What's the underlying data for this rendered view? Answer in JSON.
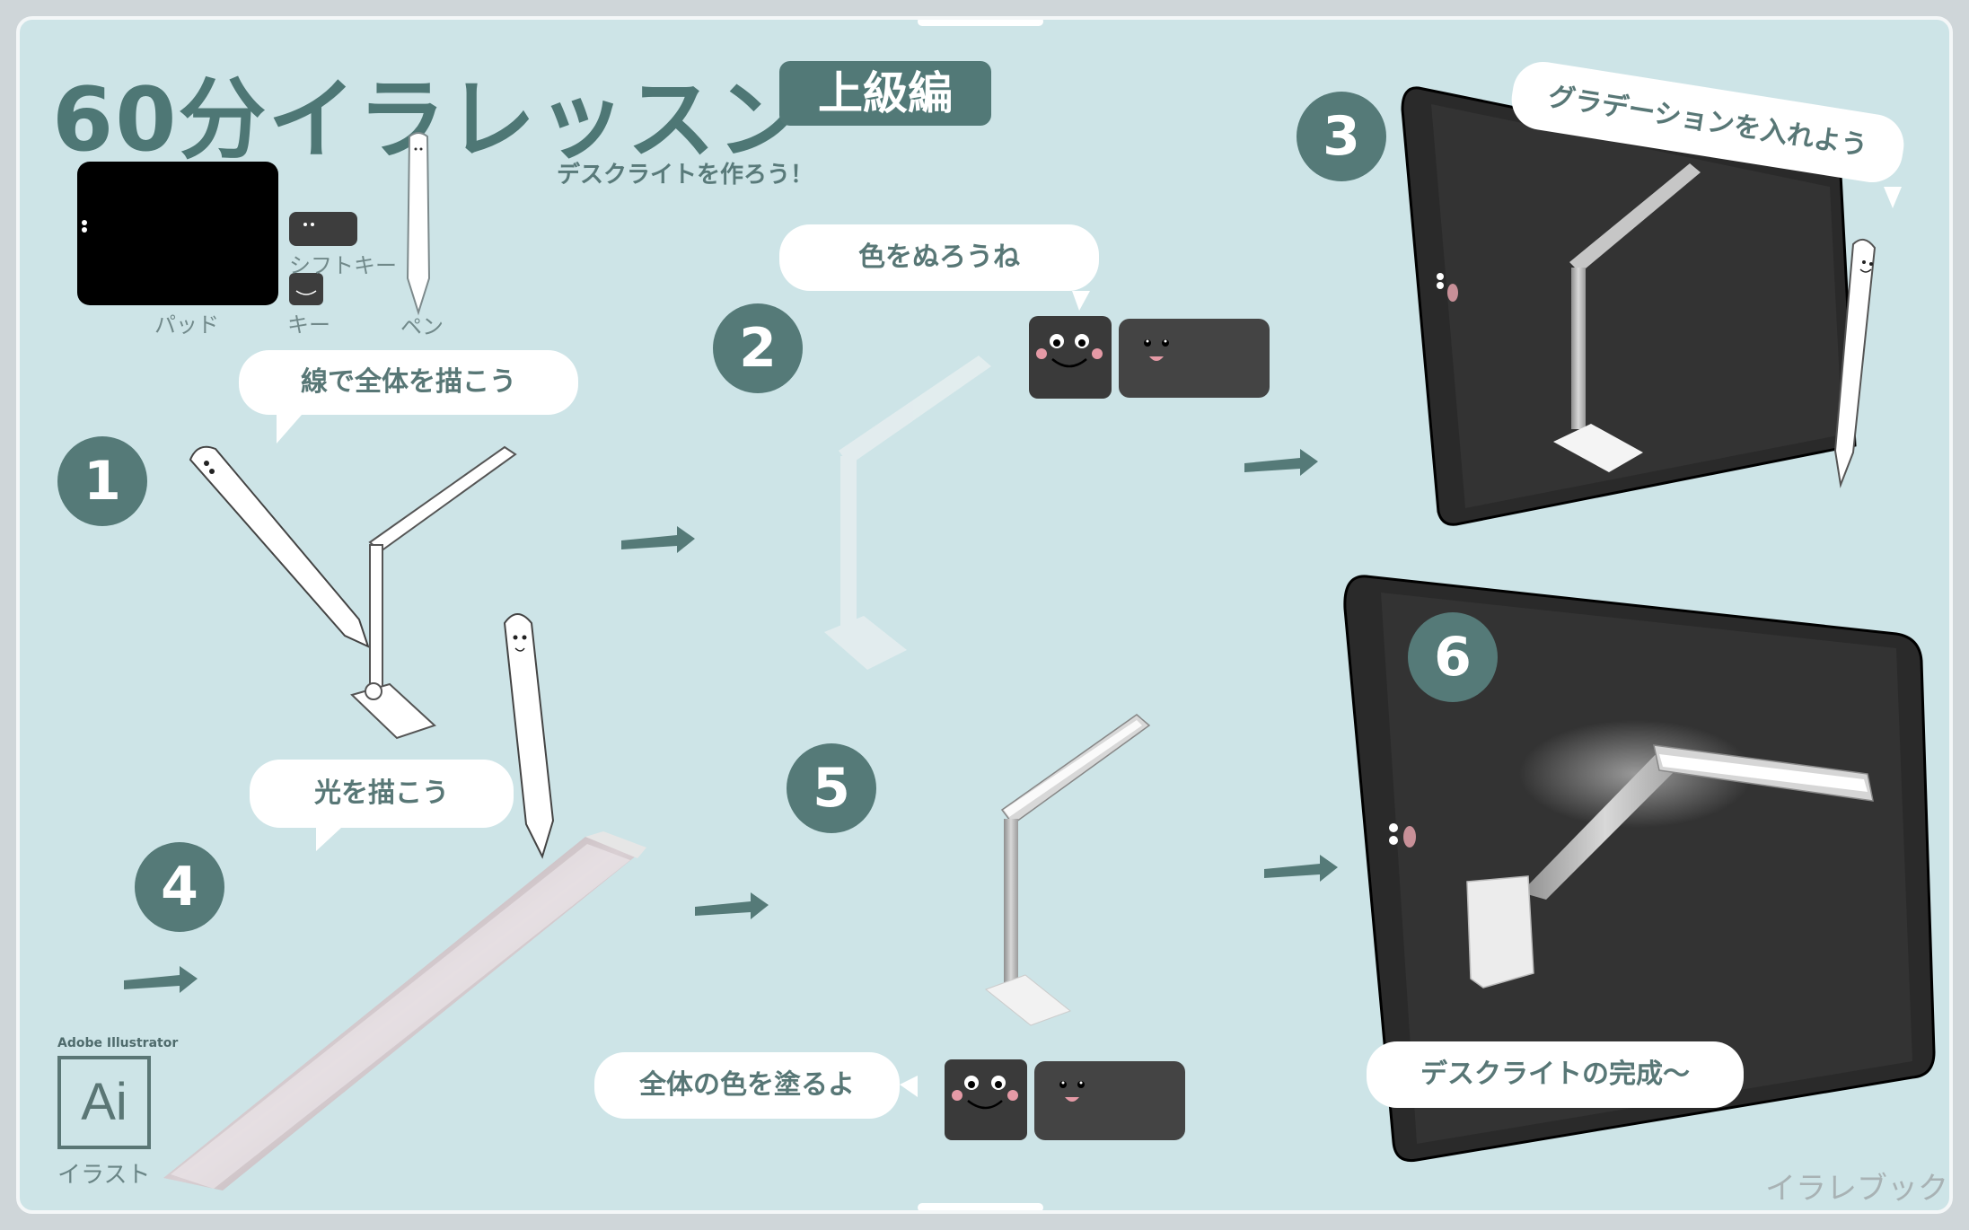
{
  "title": "60分イラレッスン",
  "badge": "上級編",
  "subtitle": "デスクライトを作ろう！",
  "legend": {
    "pad": "パッド",
    "shift_key": "シフトキー",
    "key": "キー",
    "pen": "ペン"
  },
  "steps": [
    {
      "number": "1",
      "bubble": "線で全体を描こう"
    },
    {
      "number": "2",
      "bubble": "色をぬろうね"
    },
    {
      "number": "3",
      "bubble": "グラデーションを入れよう"
    },
    {
      "number": "4",
      "bubble": "光を描こう"
    },
    {
      "number": "5",
      "bubble": "全体の色を塗るよ"
    },
    {
      "number": "6",
      "bubble": "デスクライトの完成～"
    }
  ],
  "app": {
    "name": "Adobe Illustrator",
    "icon_text": "Ai",
    "caption": "イラスト"
  },
  "signature": "イラレブック",
  "colors": {
    "background": "#cde4e7",
    "accent": "#557a78",
    "device": "#2a2a2a"
  }
}
